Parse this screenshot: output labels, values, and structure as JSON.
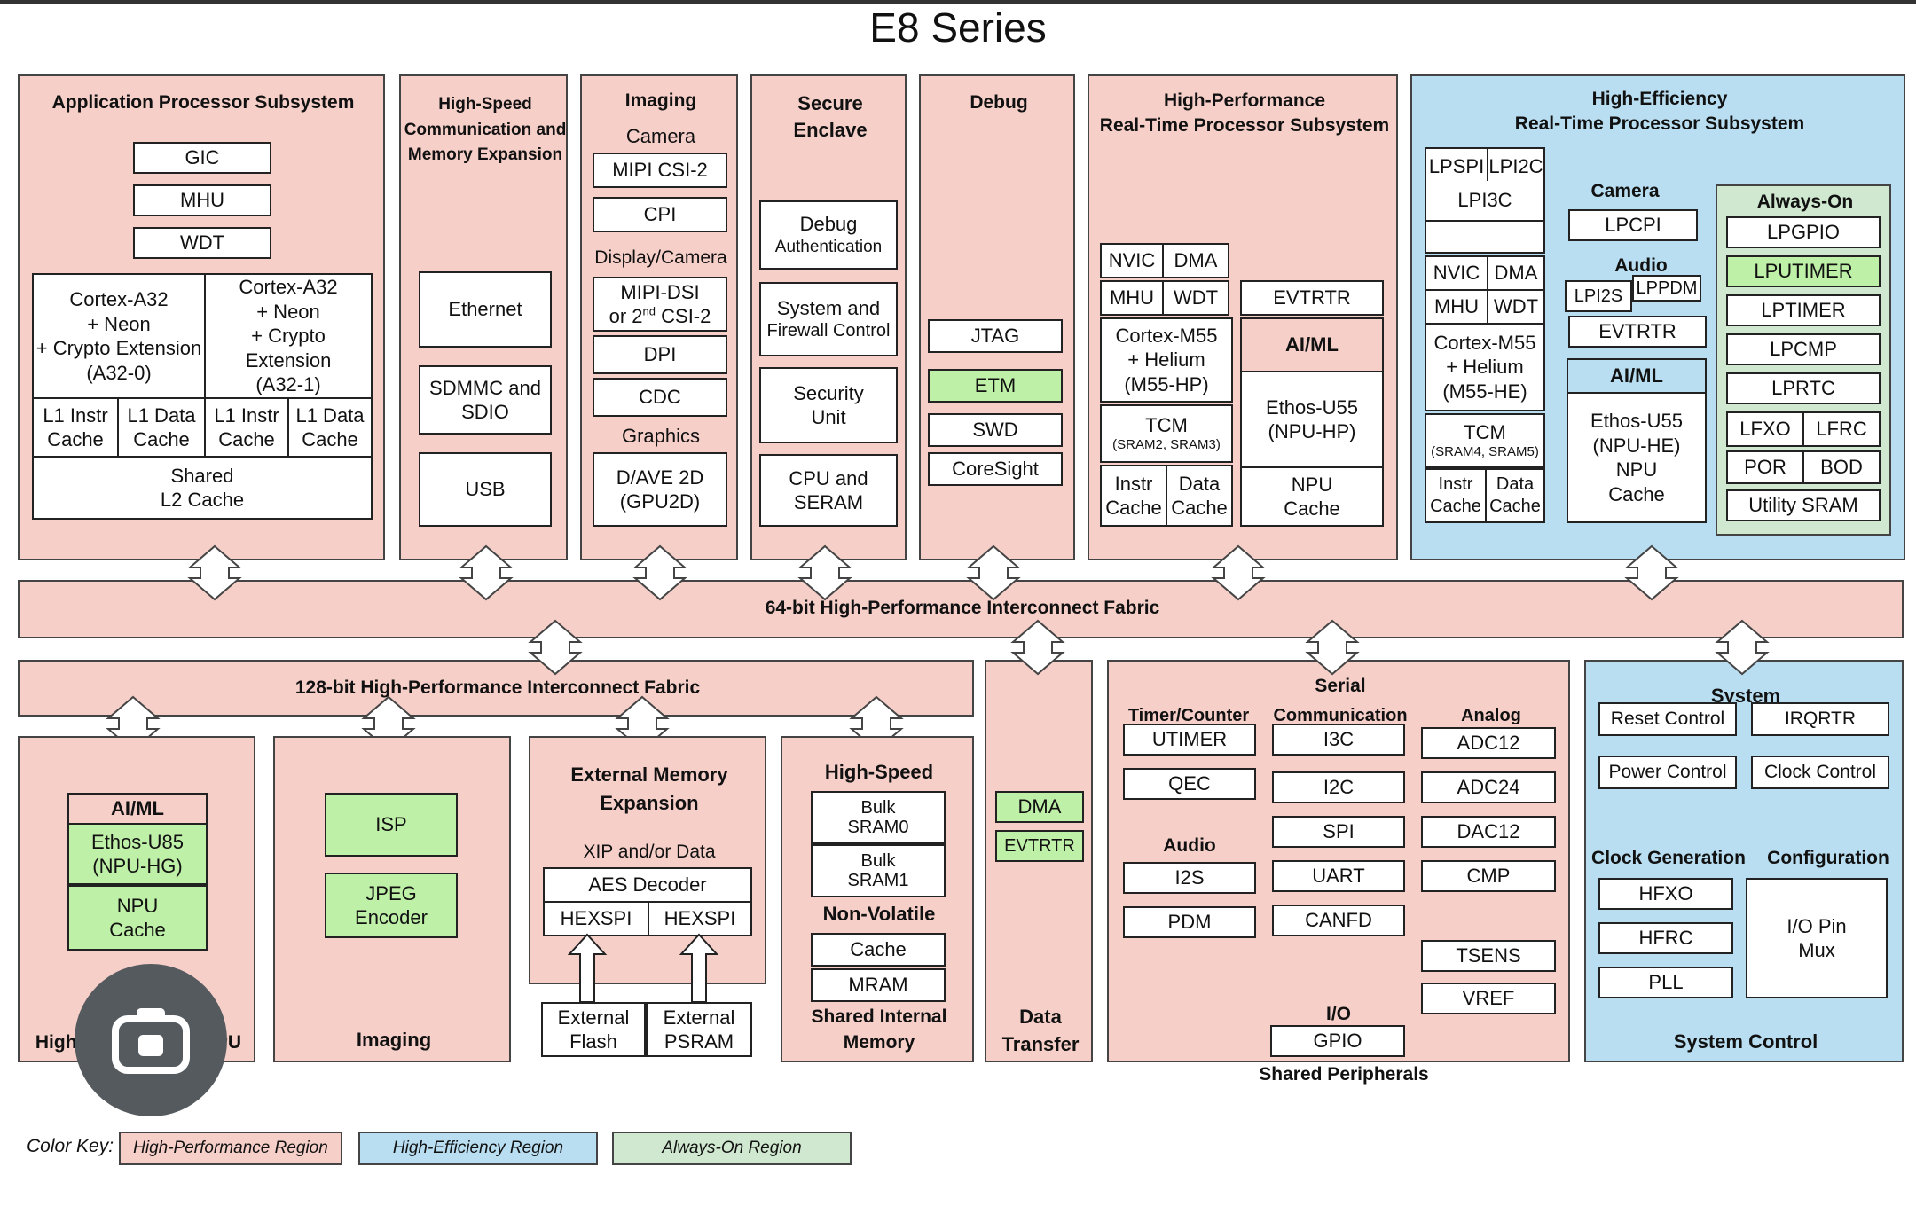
{
  "title": "E8 Series",
  "ap": {
    "title": "Application Processor Subsystem",
    "gic": "GIC",
    "mhu": "MHU",
    "wdt": "WDT",
    "core0": [
      "Cortex-A32",
      "+ Neon",
      "+ Crypto Extension",
      "(A32-0)"
    ],
    "core1": [
      "Cortex-A32",
      "+ Neon",
      "+ Crypto Extension",
      "(A32-1)"
    ],
    "l1i": [
      "L1 Instr",
      "Cache"
    ],
    "l1d": [
      "L1 Data",
      "Cache"
    ],
    "l2": [
      "Shared",
      "L2 Cache"
    ]
  },
  "hsc": {
    "title": [
      "High-Speed",
      "Communication and",
      "Memory Expansion"
    ],
    "eth": "Ethernet",
    "sdmmc": [
      "SDMMC and",
      "SDIO"
    ],
    "usb": "USB"
  },
  "img": {
    "title": "Imaging",
    "camera": "Camera",
    "csi2": "MIPI CSI-2",
    "cpi": "CPI",
    "dispcam": "Display/Camera",
    "dsi": [
      "MIPI-DSI",
      "or 2",
      "nd",
      " CSI-2"
    ],
    "dpi": "DPI",
    "cdc": "CDC",
    "graphics": "Graphics",
    "dave": [
      "D/AVE 2D",
      "(GPU2D)"
    ]
  },
  "sec": {
    "title": [
      "Secure",
      "Enclave"
    ],
    "debugauth": [
      "Debug",
      "Authentication"
    ],
    "fw": [
      "System and",
      "Firewall Control"
    ],
    "su": [
      "Security",
      "Unit"
    ],
    "cpu": [
      "CPU and",
      "SERAM"
    ]
  },
  "dbg": {
    "title": "Debug",
    "jtag": "JTAG",
    "etm": "ETM",
    "swd": "SWD",
    "cs": "CoreSight"
  },
  "hp": {
    "title": [
      "High-Performance",
      "Real-Time Processor Subsystem"
    ],
    "nvic": "NVIC",
    "dma": "DMA",
    "mhu": "MHU",
    "wdt": "WDT",
    "evtrtr": "EVTRTR",
    "core": [
      "Cortex-M55",
      "+ Helium",
      "(M55-HP)"
    ],
    "tcm": "TCM",
    "tcmsub": "(SRAM2, SRAM3)",
    "instr": [
      "Instr",
      "Cache"
    ],
    "data": [
      "Data",
      "Cache"
    ],
    "aiml": "AI/ML",
    "ethos": [
      "Ethos-U55",
      "(NPU-HP)"
    ],
    "npucache": [
      "NPU",
      "Cache"
    ]
  },
  "he": {
    "title": [
      "High-Efficiency",
      "Real-Time Processor Subsystem"
    ],
    "lpspi": "LPSPI",
    "lpi2c": "LPI2C",
    "lpi3c": "LPI3C",
    "nvic": "NVIC",
    "dma": "DMA",
    "mhu": "MHU",
    "wdt": "WDT",
    "core": [
      "Cortex-M55",
      "+ Helium",
      "(M55-HE)"
    ],
    "tcm": "TCM",
    "tcmsub": "(SRAM4, SRAM5)",
    "instr": [
      "Instr",
      "Cache"
    ],
    "data": [
      "Data",
      "Cache"
    ],
    "camera": "Camera",
    "lpcpi": "LPCPI",
    "audio": "Audio",
    "lppdm": "LPPDM",
    "lpi2s": "LPI2S",
    "evtrtr": "EVTRTR",
    "aiml": "AI/ML",
    "ethos": [
      "Ethos-U55",
      "(NPU-HE)",
      "NPU",
      "Cache"
    ]
  },
  "ao": {
    "title": "Always-On",
    "lpgpio": "LPGPIO",
    "lputimer": "LPUTIMER",
    "lptimer": "LPTIMER",
    "lpcmp": "LPCMP",
    "lprtc": "LPRTC",
    "lfxo": "LFXO",
    "lfrc": "LFRC",
    "por": "POR",
    "bod": "BOD",
    "usram": "Utility SRAM"
  },
  "fabric64": "64-bit High-Performance Interconnect Fabric",
  "fabric128": "128-bit High-Performance Interconnect Fabric",
  "npu": {
    "title": "High-Performance NPU",
    "aiml": "AI/ML",
    "ethos": [
      "Ethos-U85",
      "(NPU-HG)"
    ],
    "cache": [
      "NPU",
      "Cache"
    ]
  },
  "imaging": {
    "title": "Imaging",
    "isp": "ISP",
    "jpeg": [
      "JPEG",
      "Encoder"
    ]
  },
  "extmem": {
    "title": [
      "External Memory",
      "Expansion"
    ],
    "xip": "XIP and/or Data",
    "aes": "AES Decoder",
    "hex1": "HEXSPI",
    "hex2": "HEXSPI",
    "flash": [
      "External",
      "Flash"
    ],
    "psram": [
      "External",
      "PSRAM"
    ]
  },
  "shmem": {
    "hs": "High-Speed",
    "b0": [
      "Bulk",
      "SRAM0"
    ],
    "b1": [
      "Bulk",
      "SRAM1"
    ],
    "nv": "Non-Volatile",
    "cache": "Cache",
    "mram": "MRAM",
    "title": [
      "Shared Internal",
      "Memory"
    ]
  },
  "dt": {
    "dma": "DMA",
    "evtrtr": "EVTRTR",
    "title": [
      "Data",
      "Transfer"
    ]
  },
  "per": {
    "serial": "Serial",
    "tc": "Timer/Counter",
    "sc": "Communication",
    "analog": "Analog",
    "utimer": "UTIMER",
    "qec": "QEC",
    "audio": "Audio",
    "i2s": "I2S",
    "pdm": "PDM",
    "i3c": "I3C",
    "i2c": "I2C",
    "spi": "SPI",
    "uart": "UART",
    "canfd": "CANFD",
    "adc12": "ADC12",
    "adc24": "ADC24",
    "dac12": "DAC12",
    "cmp": "CMP",
    "tsens": "TSENS",
    "vref": "VREF",
    "io": "I/O",
    "gpio": "GPIO",
    "title": "Shared Peripherals"
  },
  "sys": {
    "title": "System",
    "reset": "Reset Control",
    "irqrtr": "IRQRTR",
    "power": "Power Control",
    "clock": "Clock Control",
    "clkgen": "Clock Generation",
    "config": "Configuration",
    "hfxo": "HFXO",
    "hfrc": "HFRC",
    "pll": "PLL",
    "iopin": [
      "I/O Pin",
      "Mux"
    ],
    "footer": "System Control"
  },
  "key": {
    "label": "Color Key:",
    "hp": "High-Performance Region",
    "he": "High-Efficiency Region",
    "ao": "Always-On Region"
  },
  "colors": {
    "hp": "#f6cfc9",
    "he": "#b9def1",
    "ao": "#cfe8cf",
    "highlight": "#bff0a8"
  }
}
